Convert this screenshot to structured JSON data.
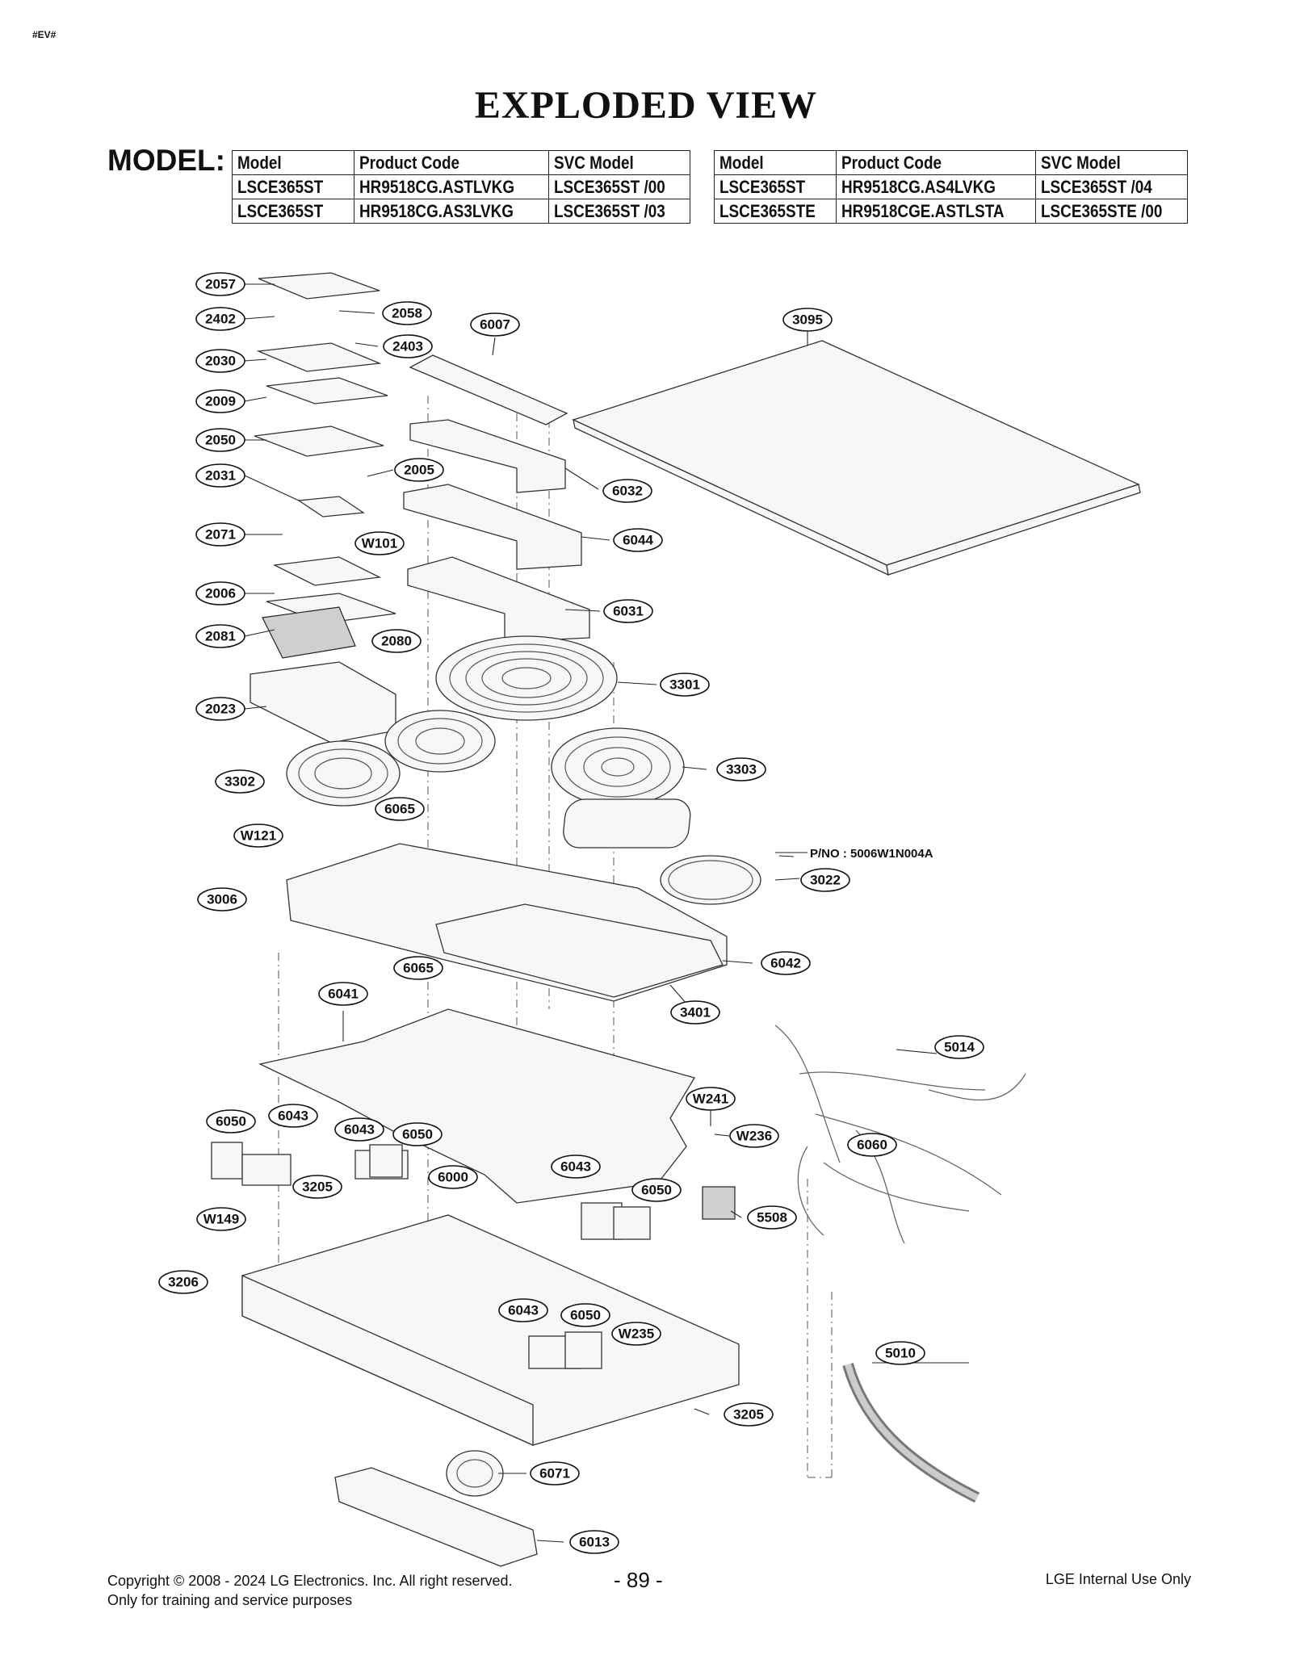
{
  "tag": "#EV#",
  "title": "EXPLODED VIEW",
  "model_label": "MODEL:",
  "table_left": {
    "headers": [
      "Model",
      "Product Code",
      "SVC Model"
    ],
    "rows": [
      [
        "LSCE365ST",
        "HR9518CG.ASTLVKG",
        "LSCE365ST /00"
      ],
      [
        "LSCE365ST",
        "HR9518CG.AS3LVKG",
        "LSCE365ST /03"
      ]
    ]
  },
  "table_right": {
    "headers": [
      "Model",
      "Product Code",
      "SVC Model"
    ],
    "rows": [
      [
        "LSCE365ST",
        "HR9518CG.AS4LVKG",
        "LSCE365ST /04"
      ],
      [
        "LSCE365STE",
        "HR9518CGE.ASTLSTA",
        "LSCE365STE /00"
      ]
    ]
  },
  "part_note": "P/NO : 5006W1N004A",
  "callouts": [
    "2057",
    "2402",
    "2058",
    "2403",
    "2030",
    "2009",
    "2050",
    "2031",
    "2005",
    "2071",
    "W101",
    "2006",
    "2081",
    "2080",
    "2023",
    "3302",
    "6065",
    "W121",
    "3006",
    "6065",
    "6041",
    "6007",
    "3095",
    "6032",
    "6044",
    "6031",
    "3301",
    "3303",
    "3022",
    "6042",
    "3401",
    "5014",
    "W241",
    "W236",
    "6060",
    "5508",
    "6050",
    "6043",
    "6043",
    "6050",
    "3205",
    "6000",
    "6043",
    "6050",
    "W149",
    "3206",
    "6043",
    "6050",
    "W235",
    "5010",
    "3205",
    "6071",
    "6013"
  ],
  "footer": {
    "copyright": "Copyright © 2008 - 2024 LG Electronics. Inc. All right reserved.",
    "purpose": "Only for training and service purposes",
    "page": "- 89 -",
    "internal": "LGE Internal Use Only"
  }
}
